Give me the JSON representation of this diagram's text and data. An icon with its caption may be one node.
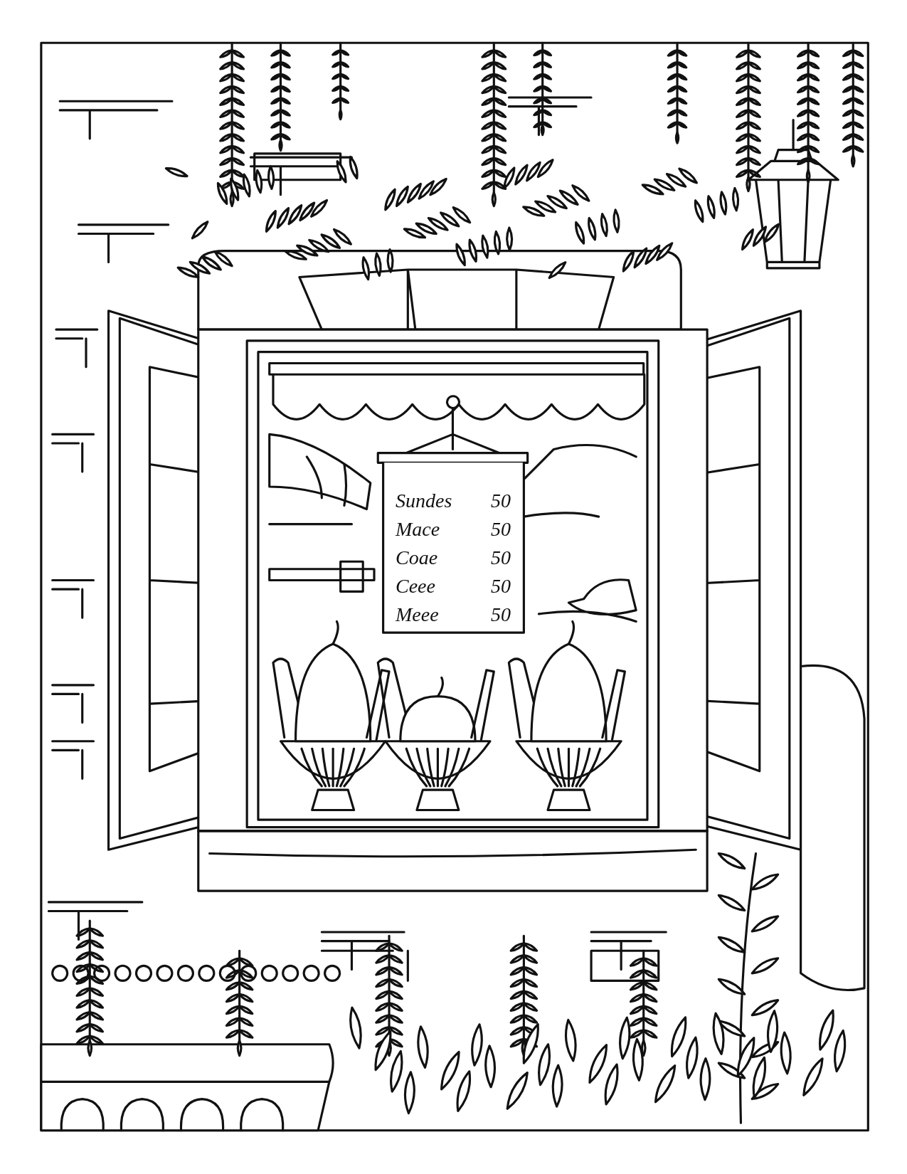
{
  "diagram": {
    "labels": [
      "Sundes",
      "50",
      "Mace",
      "50",
      "Coae",
      "50",
      "Ceee",
      "50",
      "Meee",
      "50"
    ]
  }
}
